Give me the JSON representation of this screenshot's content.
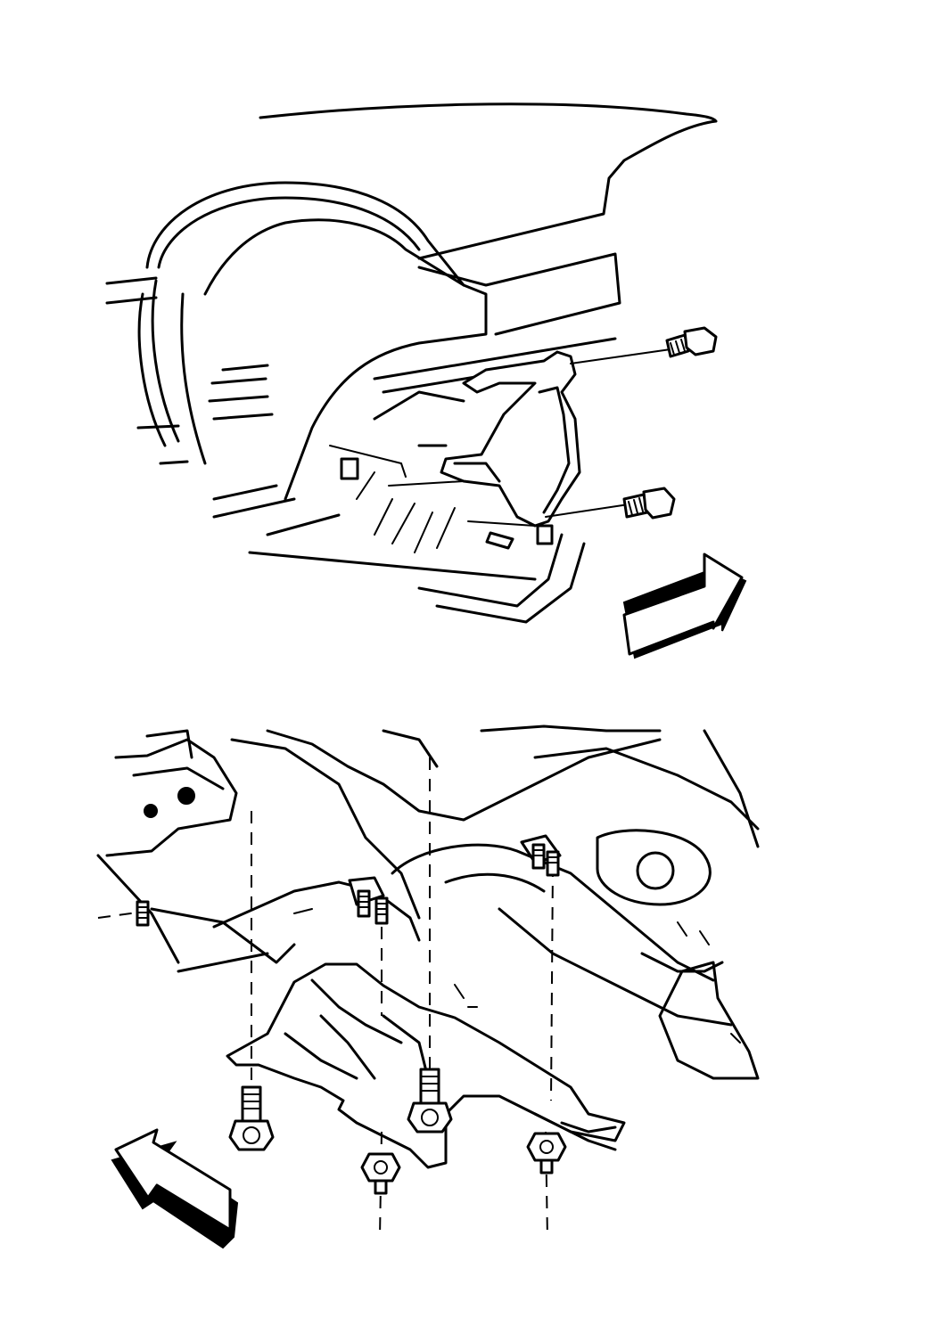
{
  "figure": {
    "panels": [
      {
        "id": "top",
        "content": "rear-wheelhouse-bracket-view",
        "fasteners": [
          "bolt",
          "bolt"
        ],
        "arrow_direction": "up-right"
      },
      {
        "id": "bottom",
        "content": "underbody-shield-view",
        "fasteners": [
          "bolt",
          "bolt",
          "nut",
          "nut",
          "stud",
          "stud",
          "stud",
          "stud"
        ],
        "arrow_direction": "up-left"
      }
    ],
    "colors": {
      "line": "#000000",
      "background": "#ffffff"
    }
  }
}
